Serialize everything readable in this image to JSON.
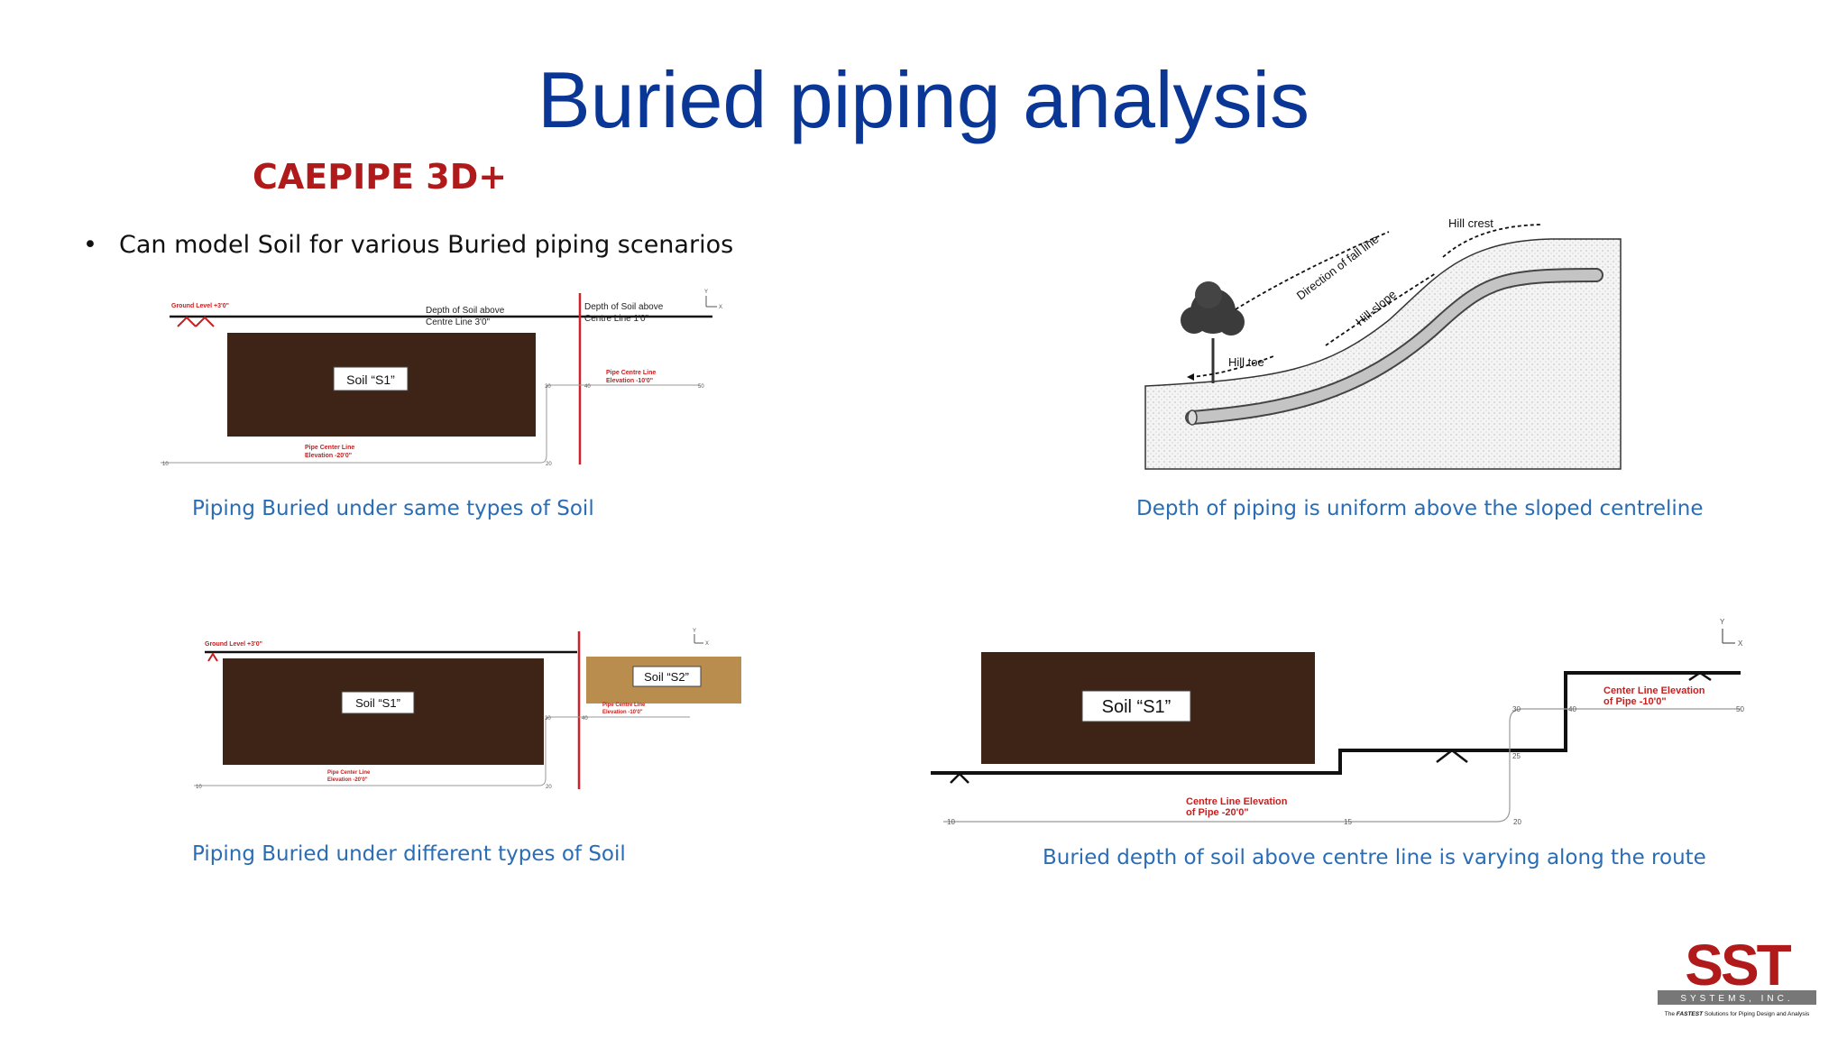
{
  "slide": {
    "title": "Buried piping analysis",
    "product": "CAEPIPE 3D+",
    "bullet": "Can model Soil for various Buried piping scenarios"
  },
  "figures": {
    "same_soil": {
      "caption": "Piping Buried under same types of Soil",
      "ground_level": "Ground Level +3'0\"",
      "depth_left_1": "Depth of Soil above",
      "depth_left_2": "Centre Line 3'0\"",
      "depth_right_1": "Depth of Soil above",
      "depth_right_2": "Centre Line 1'0\"",
      "soil_label": "Soil “S1”",
      "elev_right_1": "Pipe Centre Line",
      "elev_right_2": "Elevation -10'0\"",
      "elev_left_1": "Pipe Center Line",
      "elev_left_2": "Elevation -20'0\"",
      "node_10": "10",
      "node_20": "20",
      "node_30": "30",
      "node_40": "40",
      "node_50": "50",
      "axis_y": "Y",
      "axis_x": "X"
    },
    "sloped": {
      "caption": "Depth of piping is uniform above the sloped centreline",
      "hill_crest": "Hill crest",
      "fall_line": "Direction of fall line",
      "hill_slope": "Hill-slope",
      "hill_toe": "Hill toe"
    },
    "different_soil": {
      "caption": "Piping Buried under different types of Soil",
      "ground_level": "Ground Level +3'0\"",
      "soil1_label": "Soil “S1”",
      "soil2_label": "Soil “S2”",
      "elev_right_1": "Pipe Centre Line",
      "elev_right_2": "Elevation -10'0\"",
      "elev_left_1": "Pipe Center Line",
      "elev_left_2": "Elevation -20'0\"",
      "node_10": "10",
      "node_20": "20",
      "node_30": "30",
      "node_40": "40",
      "axis_y": "Y",
      "axis_x": "X"
    },
    "varying": {
      "caption": "Buried depth of soil above centre line is varying along the route",
      "soil_label": "Soil “S1”",
      "elev_right_1": "Center Line Elevation",
      "elev_right_2": "of Pipe -10'0\"",
      "elev_left_1": "Centre Line Elevation",
      "elev_left_2": "of Pipe -20'0\"",
      "node_10": "10",
      "node_15": "15",
      "node_20": "20",
      "node_25": "25",
      "node_30": "30",
      "node_40": "40",
      "node_50": "50",
      "axis_y": "Y",
      "axis_x": "X"
    }
  },
  "logo": {
    "mark": "SST",
    "name": "SYSTEMS, INC.",
    "tagline_pre": "The ",
    "tagline_em": "FASTEST",
    "tagline_post": " Solutions for Piping Design and Analysis",
    "color": "#b01a1a"
  }
}
